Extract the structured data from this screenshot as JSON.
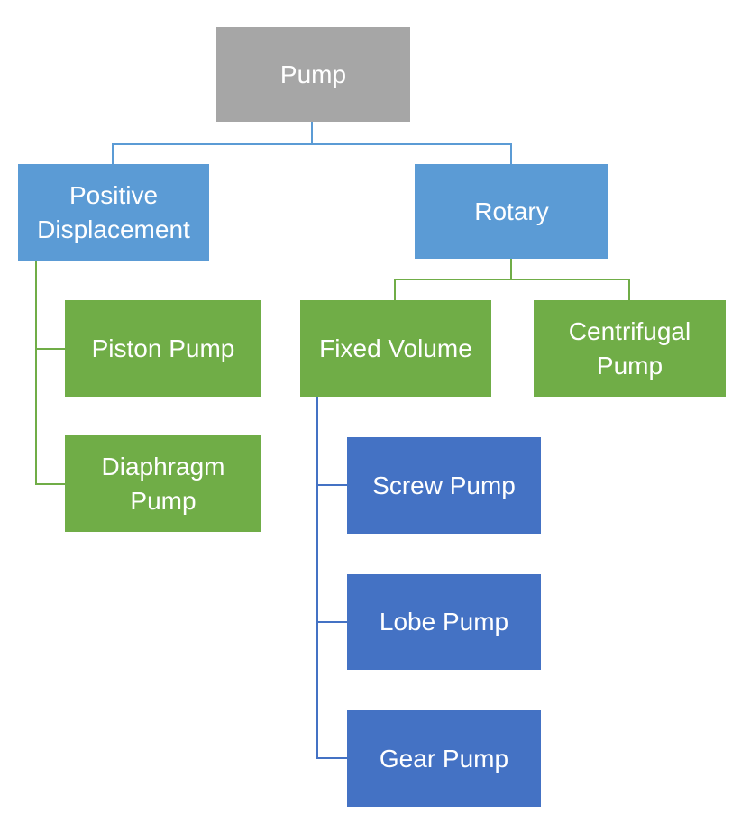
{
  "diagram": {
    "nodes": {
      "pump": {
        "label": "Pump"
      },
      "positive_displacement": {
        "label": "Positive Displacement"
      },
      "rotary": {
        "label": "Rotary"
      },
      "piston": {
        "label": "Piston Pump"
      },
      "fixed_volume": {
        "label": "Fixed Volume"
      },
      "centrifugal": {
        "label": "Centrifugal Pump"
      },
      "diaphragm": {
        "label": "Diaphragm Pump"
      },
      "screw": {
        "label": "Screw Pump"
      },
      "lobe": {
        "label": "Lobe Pump"
      },
      "gear": {
        "label": "Gear Pump"
      }
    },
    "colors": {
      "root": "#a6a6a6",
      "level2": "#5b9bd5",
      "green": "#70ad47",
      "blue": "#4472c4",
      "text": "#ffffff",
      "background": "#ffffff",
      "connector_blue": "#5b9bd5",
      "connector_green": "#70ad47",
      "connector_darkblue": "#4472c4"
    }
  }
}
